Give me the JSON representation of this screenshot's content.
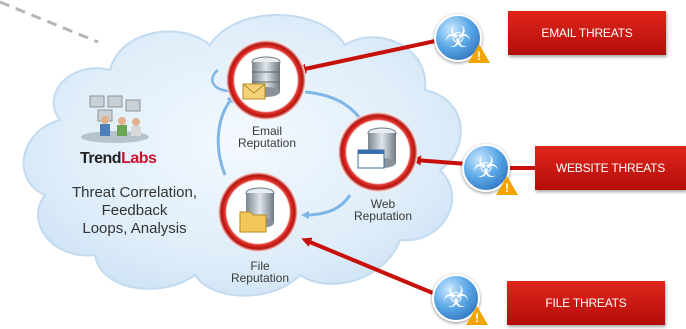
{
  "brand": {
    "prefix": "Trend",
    "suffix": "Labs"
  },
  "center_caption": {
    "line1": "Threat Correlation,",
    "line2": "Feedback",
    "line3": "Loops, Analysis"
  },
  "nodes": {
    "email": {
      "line1": "Email",
      "line2": "Reputation"
    },
    "web": {
      "line1": "Web",
      "line2": "Reputation"
    },
    "file": {
      "line1": "File",
      "line2": "Reputation"
    }
  },
  "threats": {
    "email": "EMAIL THREATS",
    "website": "WEBSITE THREATS",
    "file": "FILE THREATS"
  },
  "icons": {
    "threat_icon": "biohazard-icon",
    "warning_icon": "warning-icon",
    "database_icon": "database-icon",
    "team_icon": "team-icon"
  },
  "colors": {
    "accent_red": "#d01a13",
    "cloud": "#dfeefa",
    "ring_red": "#e03a32",
    "arrow_blue": "#7fb6e8"
  }
}
